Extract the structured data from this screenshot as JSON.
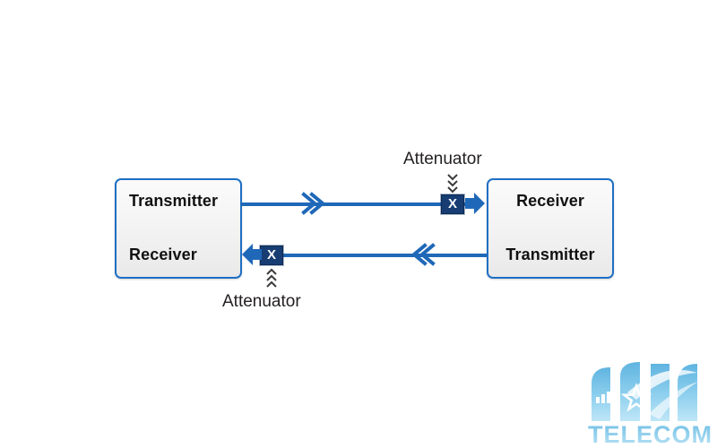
{
  "diagram": {
    "title": "Bidirectional transmitter-receiver link with attenuators",
    "devices": [
      {
        "id": "left-device",
        "top_label": "Transmitter",
        "bottom_label": "Receiver"
      },
      {
        "id": "right-device",
        "top_label": "Receiver",
        "bottom_label": "Transmitter"
      }
    ],
    "links": [
      {
        "id": "forward-link",
        "direction": "right",
        "from": "Transmitter",
        "to": "Receiver",
        "marker": "double-chevron-right"
      },
      {
        "id": "reverse-link",
        "direction": "left",
        "from": "Transmitter",
        "to": "Receiver",
        "marker": "double-chevron-left"
      }
    ],
    "attenuators": [
      {
        "id": "attenuator-top",
        "label": "Attenuator",
        "symbol": "X",
        "pointer": "chevrons-down"
      },
      {
        "id": "attenuator-bottom",
        "label": "Attenuator",
        "symbol": "X",
        "pointer": "chevrons-up"
      }
    ]
  },
  "logo": {
    "wordmark": "TELECOM",
    "mark_description": "arched towers with star and signal bars"
  },
  "colors": {
    "line": "#1f68b8",
    "box_border": "#1f6fc4",
    "box_fill": "#f2f2f2",
    "attenuator_block": "#173d73",
    "label_text": "#231f20",
    "logo_blue": "#7fc3e8",
    "background": "#ffffff"
  }
}
